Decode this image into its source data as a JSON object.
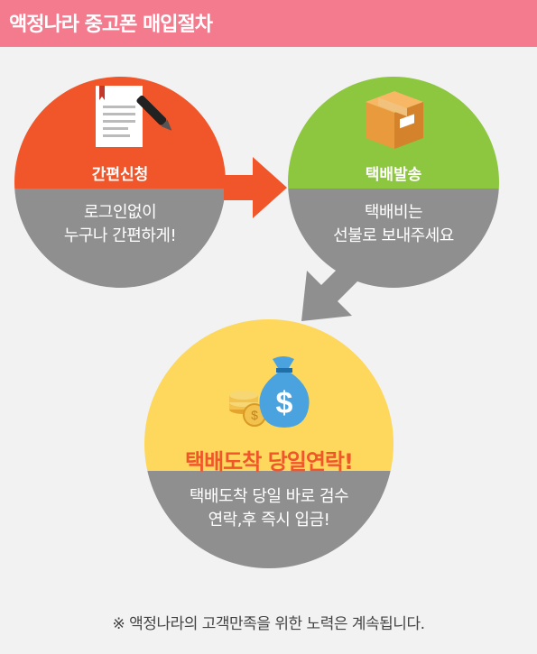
{
  "header": {
    "title": "액정나라 중고폰 매입절차"
  },
  "steps": [
    {
      "label": "간편신청",
      "desc_line1": "로그인없이",
      "desc_line2": "누구나 간편하게!",
      "icon": "document-pen-icon",
      "color": "#f0562a"
    },
    {
      "label": "택배발송",
      "desc_line1": "택배비는",
      "desc_line2": "선불로 보내주세요",
      "icon": "package-box-icon",
      "color": "#8dc63f"
    },
    {
      "label": "택배도착 당일연락!",
      "desc_line1": "택배도착 당일 바로 검수",
      "desc_line2": "연락,후 즉시 입금!",
      "icon": "money-bag-icon",
      "color": "#fdd85c"
    }
  ],
  "footer": {
    "note": "※ 액정나라의 고객만족을 위한 노력은 계속됩니다."
  },
  "colors": {
    "header": "#f47a8e",
    "gray": "#8f8f8f",
    "background": "#f2f2f2"
  }
}
